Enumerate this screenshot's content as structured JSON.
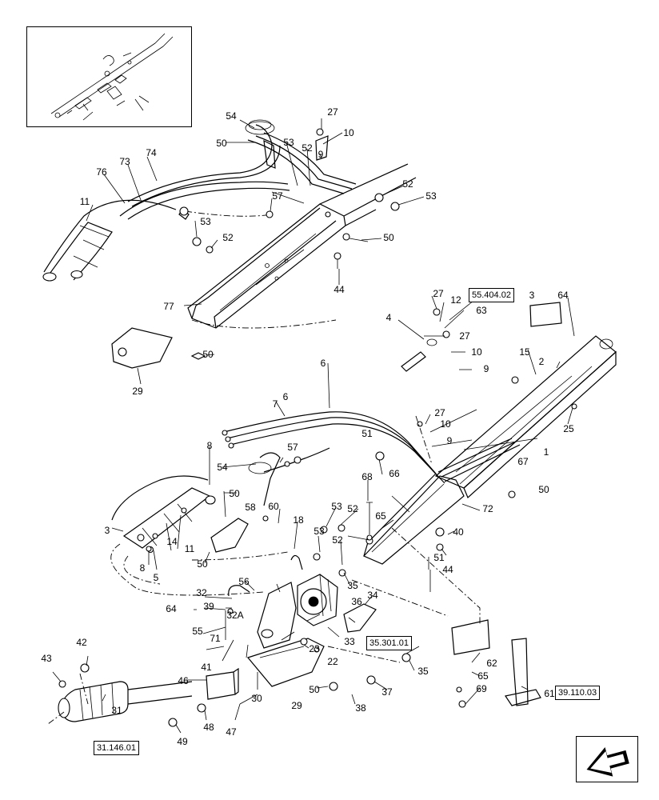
{
  "callouts": [
    "1",
    "2",
    "3",
    "4",
    "5",
    "6",
    "7",
    "8",
    "9",
    "10",
    "11",
    "12",
    "14",
    "15",
    "18",
    "22",
    "23",
    "25",
    "27",
    "29",
    "30",
    "31",
    "32",
    "32A",
    "33",
    "34",
    "35",
    "36",
    "37",
    "38",
    "39",
    "40",
    "41",
    "42",
    "43",
    "44",
    "46",
    "47",
    "48",
    "49",
    "50",
    "51",
    "52",
    "53",
    "54",
    "55",
    "56",
    "57",
    "58",
    "60",
    "61",
    "62",
    "63",
    "64",
    "65",
    "66",
    "67",
    "68",
    "69",
    "71",
    "72",
    "73",
    "74",
    "76",
    "77"
  ],
  "references": {
    "ref_55404": "55.404.02",
    "ref_35301": "35.301.01",
    "ref_39110": "39.110.03",
    "ref_31146": "31.146.01"
  }
}
